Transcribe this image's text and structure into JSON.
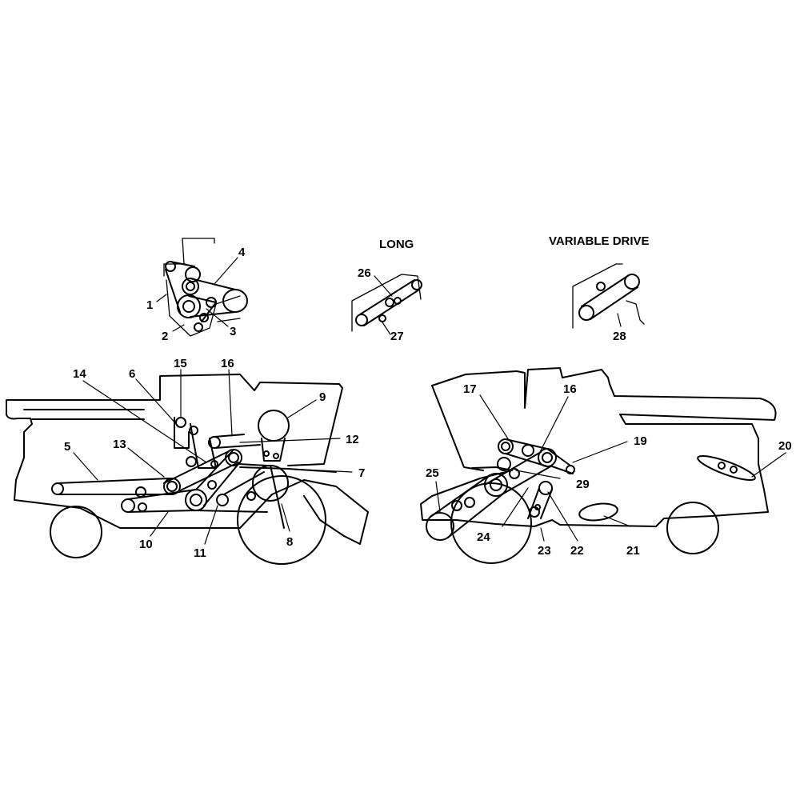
{
  "headings": {
    "long": "LONG",
    "variable_drive": "VARIABLE DRIVE"
  },
  "callouts": {
    "c1": "1",
    "c2": "2",
    "c3": "3",
    "c4": "4",
    "c5": "5",
    "c6": "6",
    "c7": "7",
    "c8": "8",
    "c9": "9",
    "c10": "10",
    "c11": "11",
    "c12": "12",
    "c13": "13",
    "c14": "14",
    "c15": "15",
    "c16a": "16",
    "c16b": "16",
    "c17": "17",
    "c19": "19",
    "c20": "20",
    "c21": "21",
    "c22": "22",
    "c23": "23",
    "c24": "24",
    "c25": "25",
    "c26": "26",
    "c27": "27",
    "c28": "28",
    "c29": "29"
  }
}
